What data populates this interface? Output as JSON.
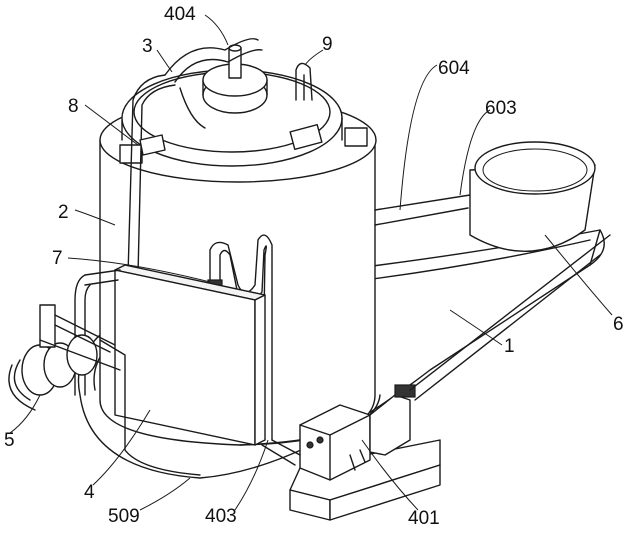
{
  "labels": {
    "l404": "404",
    "l3": "3",
    "l9": "9",
    "l604": "604",
    "l8": "8",
    "l603": "603",
    "l2": "2",
    "l7": "7",
    "l6": "6",
    "l1": "1",
    "l5": "5",
    "l4": "4",
    "l509": "509",
    "l403": "403",
    "l401": "401"
  }
}
